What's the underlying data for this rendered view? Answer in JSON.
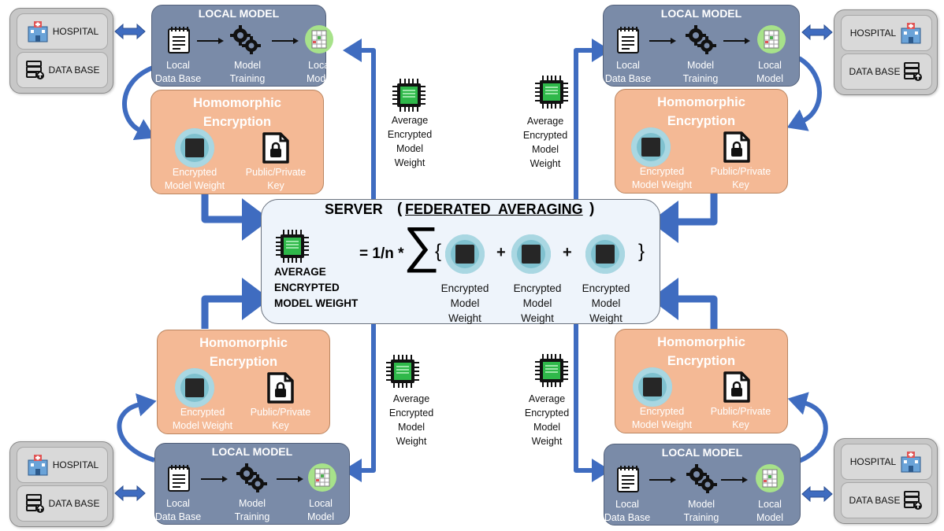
{
  "hospitals": [
    {
      "hospital_label": "HOSPITAL",
      "database_label": "DATA BASE"
    },
    {
      "hospital_label": "HOSPITAL",
      "database_label": "DATA BASE"
    },
    {
      "hospital_label": "HOSPITAL",
      "database_label": "DATA BASE"
    },
    {
      "hospital_label": "HOSPITAL",
      "database_label": "DATA BASE"
    }
  ],
  "local_model": {
    "title": "LOCAL MODEL",
    "data_line1": "Local",
    "data_line2": "Data Base",
    "train_line1": "Model",
    "train_line2": "Training",
    "model_line1": "Local",
    "model_line2": "Model"
  },
  "encryption": {
    "title_line1": "Homomorphic",
    "title_line2": "Encryption",
    "weight_line1": "Encrypted",
    "weight_line2": "Model Weight",
    "key_line1": "Public/Private",
    "key_line2": "Key"
  },
  "average_weight": {
    "line1": "Average",
    "line2": "Encrypted",
    "line3": "Model",
    "line4": "Weight"
  },
  "server": {
    "title": "SERVER",
    "paren_open": "(",
    "subtitle": "FEDERATED  AVERAGING",
    "paren_close": ")",
    "avg_line1": "AVERAGE",
    "avg_line2": "ENCRYPTED",
    "avg_line3": "MODEL WEIGHT",
    "formula": "= 1/n *",
    "sigma": "∑",
    "brace_open": "{",
    "brace_close": "}",
    "plus": "+",
    "term_line1": "Encrypted",
    "term_line2": "Model",
    "term_line3": "Weight"
  },
  "colors": {
    "arrow": "#3f6cc0",
    "local_model": "#7a8ba8",
    "encryption": "#f4b995",
    "server": "#eef4fb",
    "hospital": "#c7c7c7"
  }
}
